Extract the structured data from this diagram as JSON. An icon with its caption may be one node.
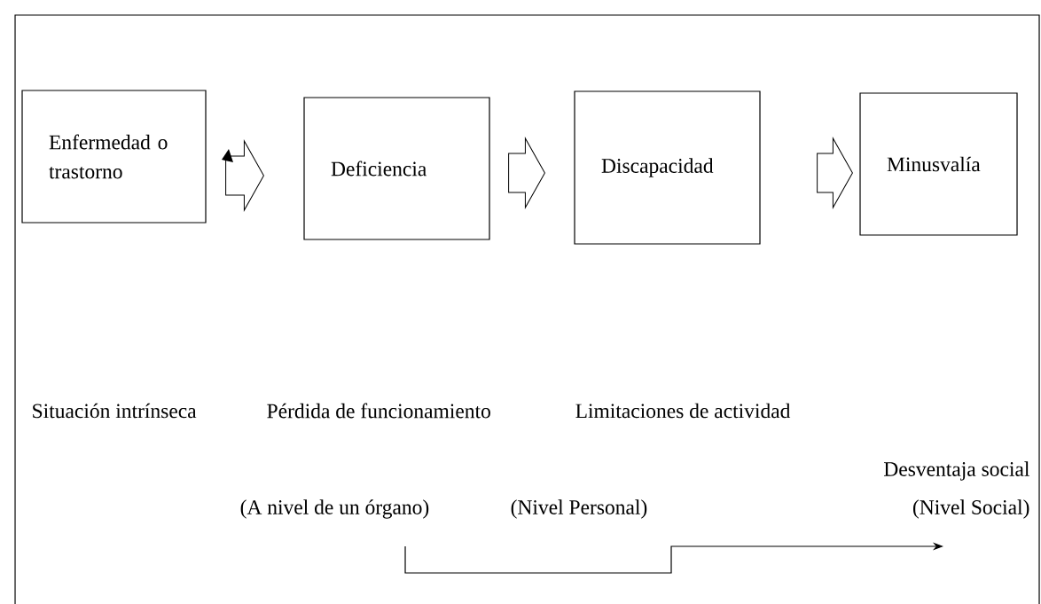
{
  "diagram": {
    "nodes": [
      {
        "text": [
          "Enfermedad o trastorno"
        ]
      },
      {
        "text": [
          "Deficiencia"
        ]
      },
      {
        "text": [
          "Discapacidad"
        ]
      },
      {
        "text": [
          "Minusvalía"
        ]
      }
    ],
    "edges": [
      {
        "from": 0,
        "to": 1,
        "arrow": "to"
      },
      {
        "from": 1,
        "to": 2,
        "arrow": "to"
      },
      {
        "from": 2,
        "to": 3,
        "arrow": "to"
      }
    ],
    "labels": [
      "Situación intrínseca",
      "Pérdida de funcionamiento",
      "Limitaciones de actividad",
      "Desventaja social",
      "(A nivel de un órgano)",
      "(Nivel Personal)",
      "(Nivel Social)"
    ]
  }
}
